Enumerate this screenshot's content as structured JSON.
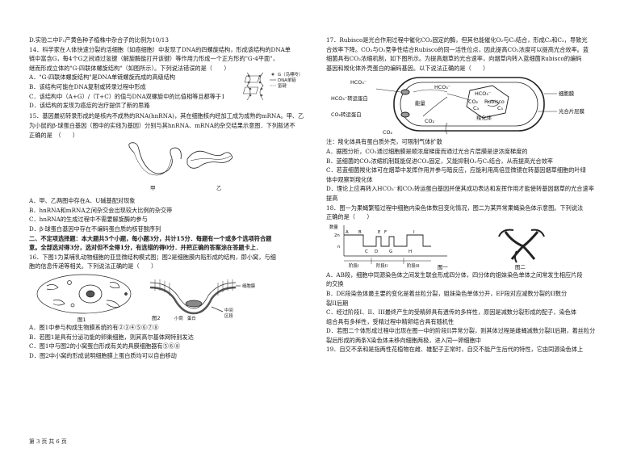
{
  "left": {
    "l1": "D.实验二中F₁产黄色种子植株中杂合子的比例为10/13",
    "q14_1": "14．科学家在人体快速分裂的活细胞（如癌细胞）中发现了DNA的四螺旋结构，形成该结构的DNA单",
    "q14_2": "链中富含G，每4个G之间通过氢键（解旋酶能打开该键）等作用力形成一个正方形的\"G-4平面\"，",
    "q14_3": "继而形成立体的\"G-四联体螺旋结构\"（如图所示）。下列说法错误的是（　　）",
    "q14_A": "A．\"G-四联体螺旋结构\"是DNA单链螺旋而成的高级结构",
    "q14_B": "B．该结构可能在DNA复制或转录过程中形成",
    "q14_C": "C．该结构中（A+G）/（T+C）的值与DNA双螺旋中的比值相等且都等于1",
    "q14_D": "D．该结构的发现为癌症的治疗提供了新的思路",
    "q14_fig_legend1": "G（鸟嘌呤）",
    "q14_fig_legend2": "DNA单链",
    "q14_fig_legend3": "氢键",
    "q15_1": "15．基因最初转录形成的是核内不成熟的RNA(hnRNA)，其在细胞核内经加工成为成熟的mRNA。甲、乙",
    "q15_2": "为小鼠的β-球蛋白基因（图中的实线为基因）分别与其hnRNA、mRNA的杂交结果示意图．下列叙述不",
    "q15_3": "正确的是　（　　）",
    "q15_fig_jia": "甲",
    "q15_fig_yi": "乙",
    "q15_A": "A．甲、乙两图中存在A、U碱基配对现象",
    "q15_B": "B．hnRNA和mRNA之间杂交会出现较大比例的杂交带",
    "q15_C": "C．hnRNA的生成过程中不需要解旋酶的参与",
    "q15_D": "D．β-球蛋白基因中存在不编码蛋白质的核苷酸序列",
    "sec2_1": "二、不定项选择题：本大题共5个小题，每小题3分，共计15分．每题有一个或多个选项符合题",
    "sec2_2": "意。全部选对得3分，选对但不全得1分，有选错的得0分．并把正确的答案涂在答题卡上．",
    "q16_1": "16．下图1为某哺乳动物细胞的亚显微结构模式图；图2是细胞膜内陷形成的结构，即小窝，与细",
    "q16_2": "胞的信息传递等相关。下列说法正确的是（　　）",
    "q16_fig_label1": "图1",
    "q16_fig_label2": "图2",
    "q16_fig_mo": "细胞膜",
    "q16_fig_xiaowo": "小窝",
    "q16_fig_danbai": "小窝",
    "q16_fig_danbai2": "蛋白",
    "q16_fig_zhongjian": "中间",
    "q16_fig_qu": "区段",
    "q16_A": "A．图1中参与构成生物膜系统的有②③④⑤⑥⑦⑧",
    "q16_B": "B．若图1是具有分泌功能的卵巢细胞，则其高尔基体网特别发达",
    "q16_C": "C．图1中与图2的小窝蛋白形成有关的具膜细胞器有⑤⑥⑧",
    "q16_D": "D．图2中小窝的形成说明细胞膜上蛋白质均可以自由移动"
  },
  "right": {
    "q17_1": "17．Rubisco是光合作用过程中催化CO₂固定的酶，但其也能催化O₂与C₅结合，形成C₃和C₂，导致光",
    "q17_2": "合效率下降。CO₂与O₂竞争性结合Rubisco的同一活性位点，因此提高CO₂浓度可以提高光合效率。蓝",
    "q17_3": "细菌具有CO₂浓缩机制，如下图所示。为提高烟草的光合速率，向烟草内转入蓝细菌Rubisco的编码",
    "q17_4": "基因和羧化体外壳蛋白的编码基因。以下说法正确的是（　　）",
    "q17_fig_hco1": "HCO₃⁻",
    "q17_fig_hco2": "HCO₃⁻",
    "q17_fig_hco3": "HCO₃⁻",
    "q17_fig_hcozy": "HCO₃⁻转运蛋白",
    "q17_fig_co2zy": "CO₂转运蛋白",
    "q17_fig_co2a": "CO₂",
    "q17_fig_co2b": "CO₂",
    "q17_fig_co2c": "CO₂",
    "q17_fig_nl": "能量",
    "q17_fig_rub": "Rubisco",
    "q17_fig_c3": "C₃",
    "q17_fig_c5": "C₅",
    "q17_fig_jht": "羧化体",
    "q17_fig_xbm": "细胞膜",
    "q17_fig_gh": "光合片层膜",
    "q17_note": "注：羧化体具有蛋白质外壳，可限制气体扩散",
    "q17_A": "A．据图分析，CO₂通过细胞膜是顺浓度梯度而通过光合片层膜是逆浓度梯度的",
    "q17_B": "B．蓝细菌的CO₂浓缩机制既能促进CO₂固定，又能抑制O₂与C₅结合，从而提高光合效率",
    "q17_C1": "C．若蓝细菌羧化体可在烟草中发挥作用并参与暗反应，应能利用高倍显微镜在转基因烟草细胞的叶绿",
    "q17_C2": "体中观察到羧化体",
    "q17_D1": "D．理论上应再转入HCO₃⁻和CO₂转运蛋白基因并使其成功表达和发挥作用才能使转基因烟草的光合速率",
    "q17_D2": "提高",
    "q18_1": "18．图一为果蝇繁殖过程中细胞内染色体数目变化情况，图二为某异常果蝇染色体示意图。下列说法",
    "q18_2": "正确的是（　　）",
    "q18_fig_ylabel": "数量",
    "q18_fig_2n": "2n",
    "q18_fig_n": "n",
    "q18_fig_pts": [
      "A",
      "B",
      "E",
      "F",
      "I",
      "C",
      "D",
      "G",
      "H"
    ],
    "q18_fig_stages": [
      "阶段I",
      "阶段II",
      "阶段III"
    ],
    "q18_fig_label1": "图一",
    "q18_fig_label2": "图二",
    "q18_A1": "A．AB段，细胞中同源染色体之间发生联会形成四分体，四分体的姐妹染色单体之间常发生相应片段",
    "q18_A2": "的交换",
    "q18_B1": "B．DE段染色体最主要的变化是着丝粒分裂，姐妹染色单体分开，EF段对应减数分裂的II数分",
    "q18_B2": "裂II后期",
    "q18_C1": "C．经过阶段I、II、III最终产生的受精卵具有遗传的多样性，原因是减数分裂形成的配子，染色体",
    "q18_C2": "组合具有多样性，受精过程中精卵结合具有随机性",
    "q18_D1": "D．若图二个体形成过程中出现在图一中的阶段II异常分裂，则其体过程是雌蝇减数分裂II后期，着丝粒分",
    "q18_D2": "裂后形成的两条X染色体未移向细胞两极，进入同一卵细胞中",
    "q19_1": "19．自交不亲和是指两性花植物在雌、雄配子正常时，自交不能产生后代的特性，它由同源染色体上"
  },
  "footer": "第 3 页 共 6 页"
}
